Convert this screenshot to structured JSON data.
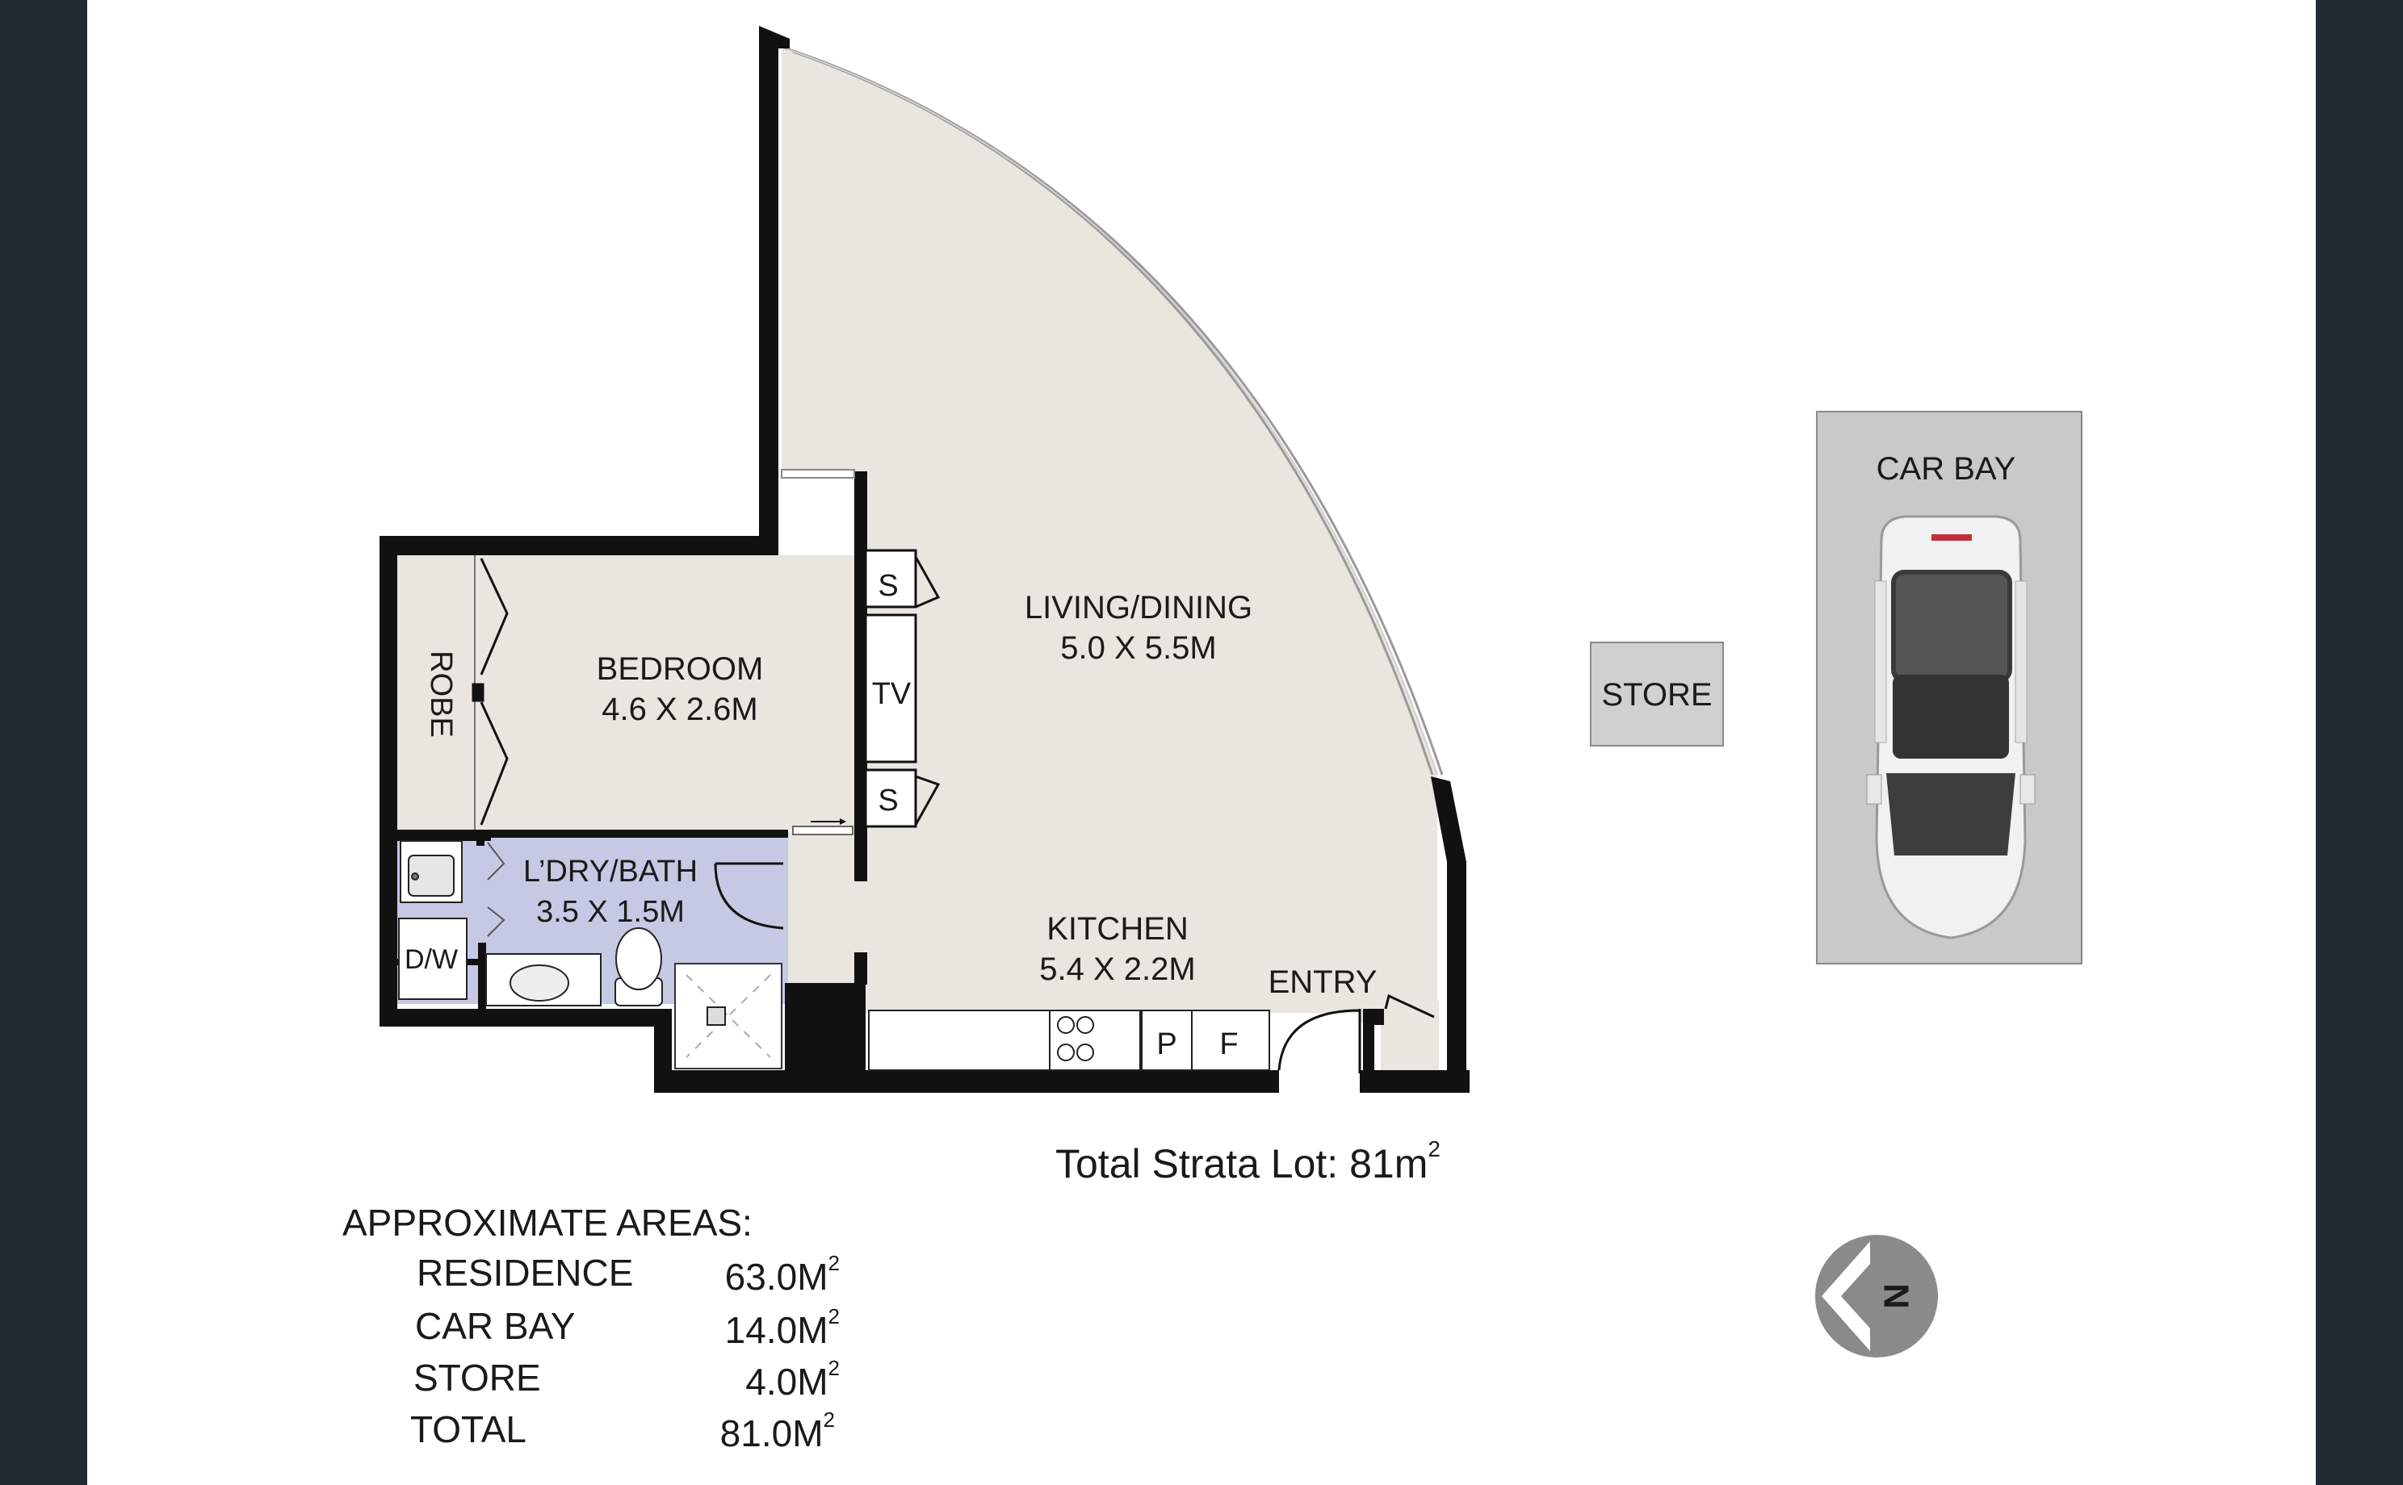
{
  "plan": {
    "rooms": {
      "living_name": "LIVING/DINING",
      "living_size": "5.0 X 5.5M",
      "bedroom_name": "BEDROOM",
      "bedroom_size": "4.6 X 2.6M",
      "laundry_name": "L’DRY/BATH",
      "laundry_size": "3.5 X 1.5M",
      "kitchen_name": "KITCHEN",
      "kitchen_size": "5.4 X 2.2M",
      "robe": "ROBE",
      "entry": "ENTRY",
      "storage_top": "S",
      "tv": "TV",
      "storage_bottom": "S",
      "dishwasher": "D/W",
      "pantry": "P",
      "fridge": "F"
    },
    "store": "STORE",
    "car_bay": "CAR BAY",
    "total_strata_prefix": "Total Strata Lot: 81m",
    "total_strata_sup": "2",
    "compass_letter": "N"
  },
  "areas": {
    "heading": "APPROXIMATE AREAS:",
    "rows": [
      {
        "name": "RESIDENCE",
        "value": "63.0M",
        "sup": "2"
      },
      {
        "name": "CAR BAY",
        "value": "14.0M",
        "sup": "2"
      },
      {
        "name": "STORE",
        "value": "4.0M",
        "sup": "2"
      },
      {
        "name": "TOTAL",
        "value": "81.0M",
        "sup": "2"
      }
    ]
  },
  "colors": {
    "floor": "#e9e5df",
    "wet_area": "#c6c9e3",
    "wall": "#111111",
    "store_fill": "#d0d0d0",
    "car_bay_fill": "#c9c9c9",
    "background_bars": "#222a33",
    "compass": "#7d7d7d"
  }
}
